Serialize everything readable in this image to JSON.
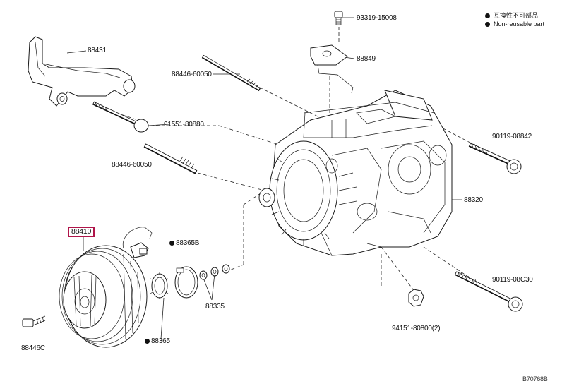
{
  "legend": {
    "item1": "互換性不可部品",
    "item2": "Non-reusable part"
  },
  "parts": {
    "p93319": "93319-15008",
    "p88849": "88849",
    "p88431": "88431",
    "p88446a": "88446-60050",
    "p91551": "91551-80880",
    "p90119a": "90119-08842",
    "p88446b": "88446-60050",
    "p88320": "88320",
    "p88410": "88410",
    "p88365b": "88365B",
    "p90119b": "90119-08C30",
    "p88335": "88335",
    "p94151": "94151-80800(2)",
    "p88446c": "88446C",
    "p88365": "88365"
  },
  "diagram_code": "B70768B"
}
